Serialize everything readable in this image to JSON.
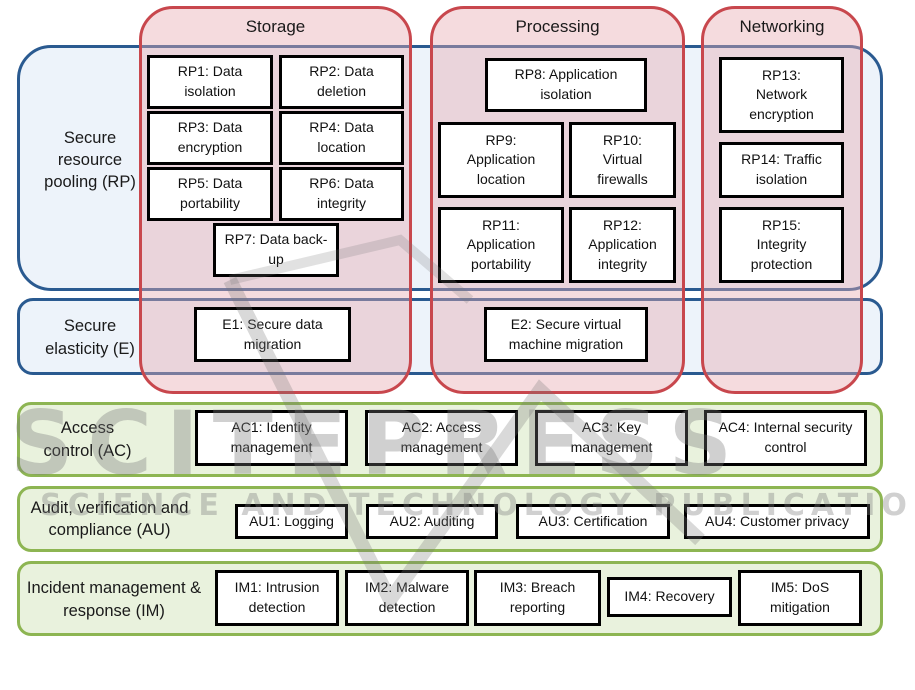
{
  "columns": {
    "storage": "Storage",
    "processing": "Processing",
    "networking": "Networking"
  },
  "bands": {
    "rp": "Secure resource pooling (RP)",
    "e": "Secure elasticity (E)",
    "ac": "Access control (AC)",
    "au": "Audit, verification and compliance (AU)",
    "im": "Incident management & response (IM)"
  },
  "boxes": {
    "rp1": "RP1: Data isolation",
    "rp2": "RP2: Data deletion",
    "rp3": "RP3: Data encryption",
    "rp4": "RP4: Data location",
    "rp5": "RP5: Data portability",
    "rp6": "RP6: Data integrity",
    "rp7": "RP7: Data back-up",
    "rp8": "RP8: Application isolation",
    "rp9": "RP9: Application location",
    "rp10": "RP10: Virtual firewalls",
    "rp11": "RP11: Application portability",
    "rp12": "RP12: Application integrity",
    "rp13": "RP13: Network encryption",
    "rp14": "RP14: Traffic isolation",
    "rp15": "RP15: Integrity protection",
    "e1": "E1: Secure data migration",
    "e2": "E2: Secure virtual machine migration",
    "ac1": "AC1: Identity management",
    "ac2": "AC2: Access management",
    "ac3": "AC3: Key management",
    "ac4": "AC4: Internal security control",
    "au1": "AU1: Logging",
    "au2": "AU2: Auditing",
    "au3": "AU3: Certification",
    "au4": "AU4: Customer privacy",
    "im1": "IM1: Intrusion detection",
    "im2": "IM2: Malware detection",
    "im3": "IM3: Breach reporting",
    "im4": "IM4: Recovery",
    "im5": "IM5: DoS mitigation"
  },
  "watermark": {
    "main": "SCITEPRESS",
    "sub": "SCIENCE AND TECHNOLOGY PUBLICATIONS"
  }
}
